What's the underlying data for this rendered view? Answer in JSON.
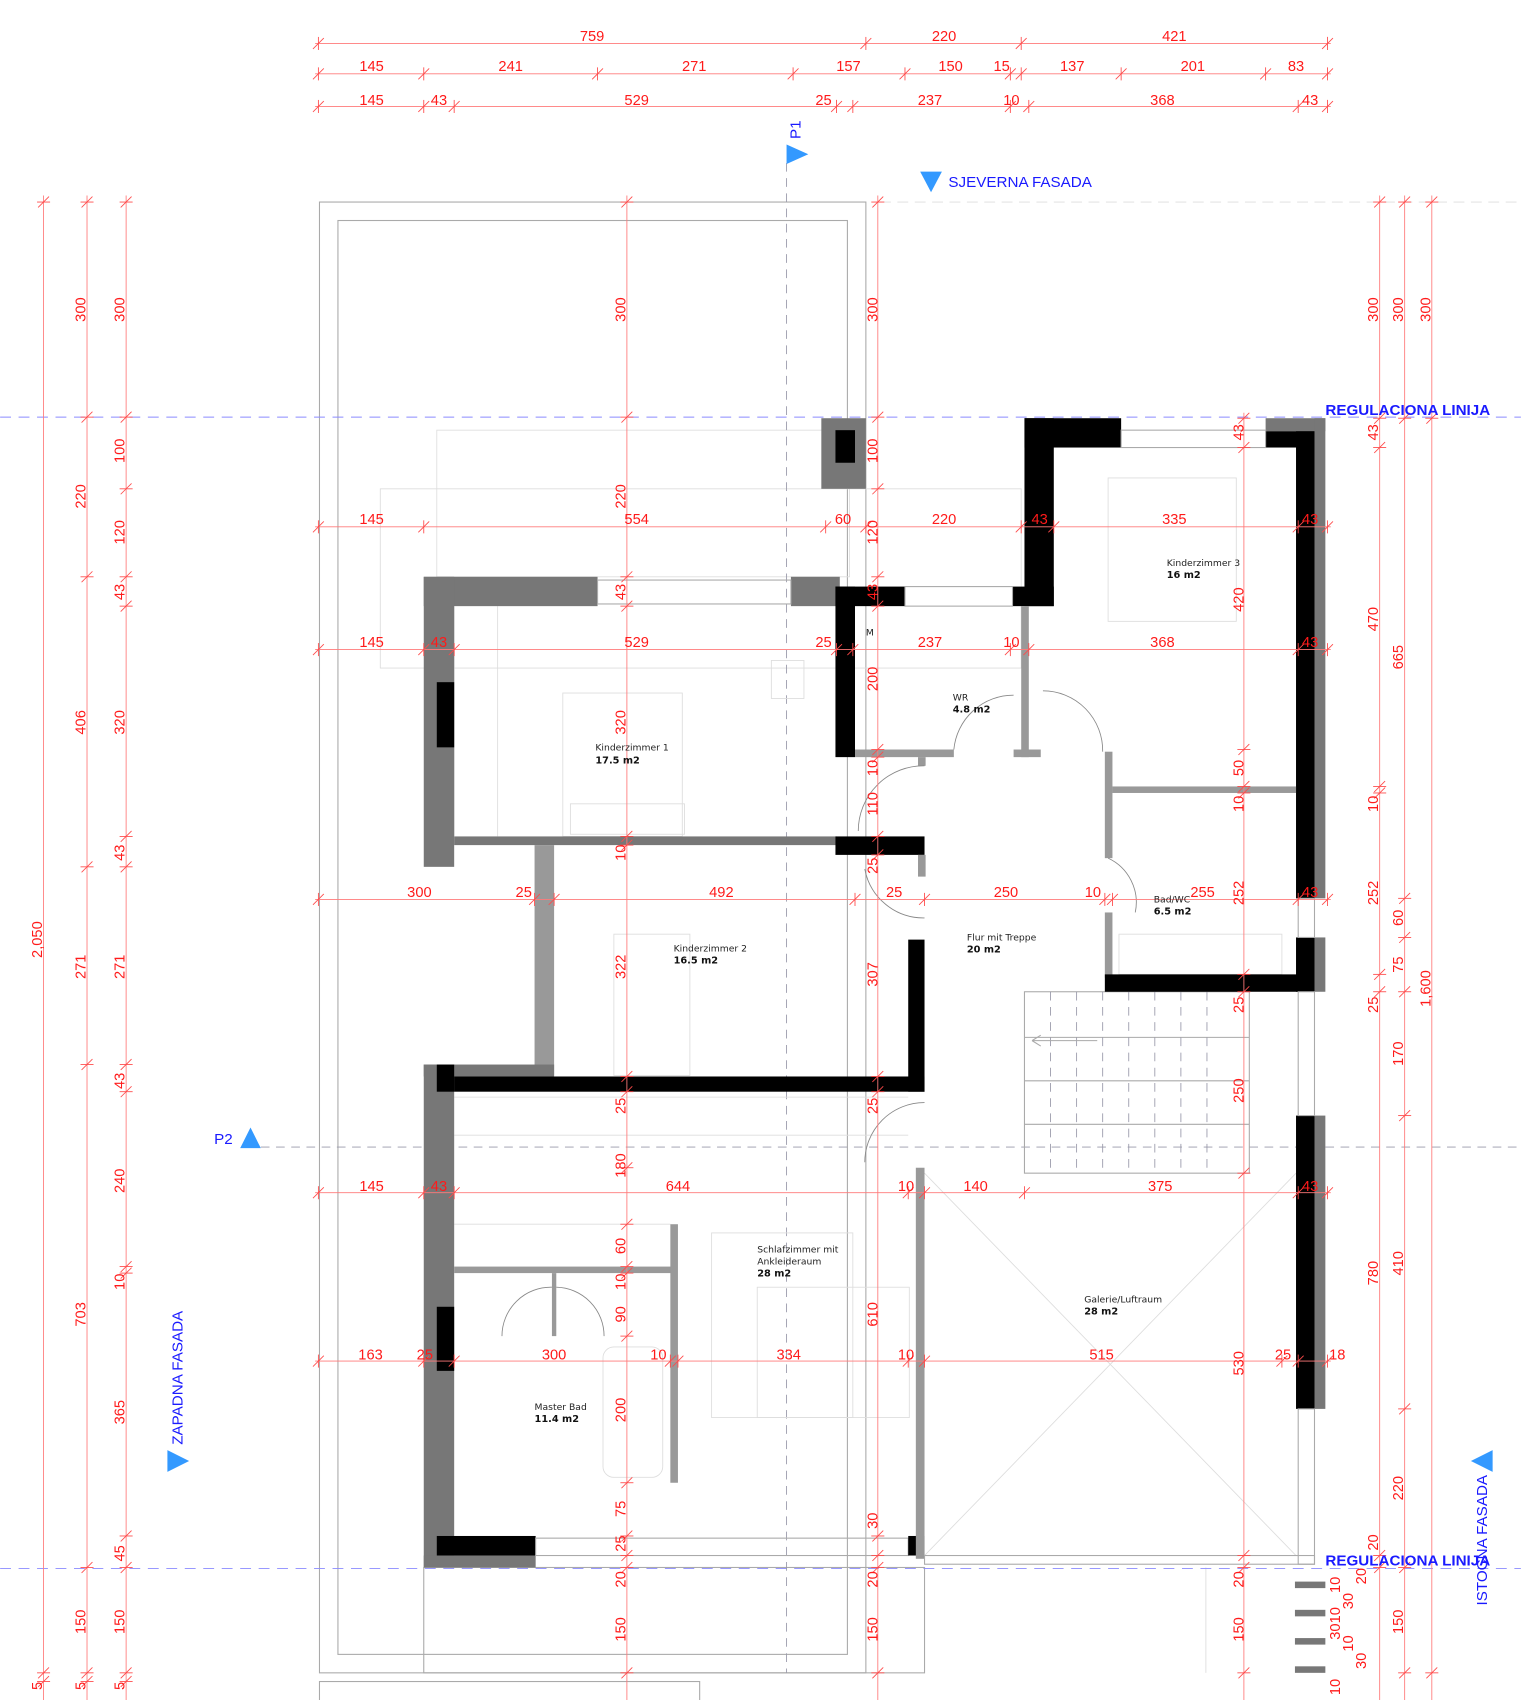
{
  "title": "Floor plan - upper floor",
  "markers": {
    "p1": "P1",
    "p2": "P2",
    "north_facade": "SJEVERNA FASADA",
    "west_facade": "ZAPADNA FASADA",
    "east_facade": "ISTOCNA FASADA",
    "regulation_line_top": "REGULACIONA LINIJA",
    "regulation_line_bottom": "REGULACIONA LINIJA"
  },
  "rooms": {
    "kinderzimmer1": {
      "name": "Kinderzimmer 1",
      "area": "17.5 m2"
    },
    "wr": {
      "name": "WR",
      "area": "4.8 m2"
    },
    "kinderzimmer3": {
      "name": "Kinderzimmer 3",
      "area": "16  m2"
    },
    "kinderzimmer2": {
      "name": "Kinderzimmer 2",
      "area": "16.5 m2"
    },
    "flur": {
      "name": "Flur mit Treppe",
      "area": "20 m2"
    },
    "bad": {
      "name": "Bad/WC",
      "area": "6.5 m2"
    },
    "schlafzimmer": {
      "name": "Schlafzimmer mit",
      "name2": "Ankleideraum",
      "area": "28 m2"
    },
    "galerie": {
      "name": "Galerie/Luftraum",
      "area": "28 m2"
    },
    "masterbad": {
      "name": "Master Bad",
      "area": "11.4 m2"
    },
    "m_label": "M"
  },
  "colors": {
    "dimension": "#ff1a1a",
    "marker": "#3399ff",
    "label_blue": "#1a1aff",
    "wall_cut": "#000000",
    "wall_view": "#777777"
  },
  "dimensions": {
    "top_overall": [
      "759",
      "220",
      "421"
    ],
    "top_segments": [
      "145",
      "241",
      "271",
      "157",
      "150",
      "15",
      "137",
      "201",
      "83"
    ],
    "top_walls": [
      "145",
      "43",
      "529",
      "25",
      "237",
      "10",
      "368",
      "43"
    ],
    "left_outer": [
      "2,050",
      "5"
    ],
    "left_mid": [
      "300",
      "220",
      "406",
      "271",
      "703",
      "150",
      "5"
    ],
    "left_inner": [
      "300",
      "100",
      "120",
      "43",
      "320",
      "43",
      "271",
      "43",
      "240",
      "10",
      "365",
      "45",
      "150",
      "5"
    ],
    "right_a": [
      "300",
      "43",
      "470",
      "10",
      "252",
      "25",
      "780",
      "20"
    ],
    "right_b": [
      "300",
      "665",
      "60",
      "75",
      "170",
      "410",
      "220",
      "150"
    ],
    "right_c": [
      "300",
      "1,600"
    ],
    "v_kz": [
      "300",
      "220",
      "43",
      "320",
      "10",
      "322",
      "25",
      "180",
      "60",
      "10",
      "90",
      "200",
      "75",
      "25",
      "20",
      "150"
    ],
    "v_wr": [
      "300",
      "100",
      "120",
      "43",
      "200",
      "10",
      "110",
      "25",
      "307",
      "25",
      "610",
      "30",
      "20",
      "150"
    ],
    "v_east": [
      "43",
      "420",
      "50",
      "10",
      "252",
      "25",
      "250",
      "530",
      "20",
      "150"
    ],
    "h_row1": [
      "145",
      "554",
      "60",
      "220",
      "43",
      "335",
      "43"
    ],
    "h_row2": [
      "145",
      "43",
      "529",
      "25",
      "237",
      "10",
      "368",
      "43"
    ],
    "h_row3": [
      "300",
      "25",
      "492",
      "25",
      "250",
      "10",
      "255",
      "43"
    ],
    "h_row4": [
      "145",
      "43",
      "644",
      "10",
      "140",
      "375",
      "43"
    ],
    "h_row5": [
      "163",
      "25",
      "300",
      "10",
      "334",
      "10",
      "515",
      "25",
      "18"
    ],
    "stair_steps": [
      "10",
      "20",
      "30",
      "10",
      "30",
      "10",
      "30",
      "10"
    ]
  }
}
